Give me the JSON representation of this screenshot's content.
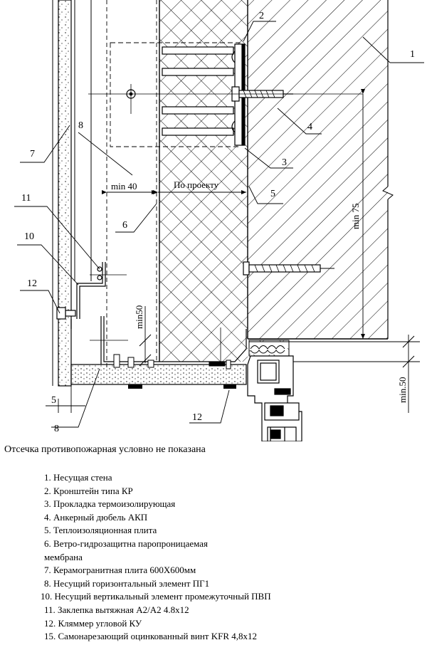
{
  "drawing": {
    "callouts": [
      "1",
      "2",
      "3",
      "4",
      "5",
      "6",
      "7",
      "8",
      "10",
      "11",
      "12",
      "5",
      "8",
      "12"
    ],
    "dimensions": {
      "gap": "min 40",
      "insulation": "По проекту",
      "anchor_height": "min 75",
      "bracket_offset": "min50",
      "window_offset": "min.50"
    },
    "colors": {
      "line": "#000000",
      "background": "#ffffff"
    }
  },
  "caption": "Отсечка противопожарная условно не показана",
  "legend": [
    "1. Несущая стена",
    "2. Кронштейн типа КР",
    "3. Прокладка термоизолирующая",
    "4. Анкерный дюбель АКП",
    "5. Теплоизоляционная плита",
    "6. Ветро-гидрозащитна паропроницаемая",
    "мембрана",
    "7. Керамогранитная плита  600Х600мм",
    "8. Несущий горизонтальный элемент ПГ1",
    "10. Несущий вертикальный элемент промежуточный ПВП",
    "11. Заклепка вытяжная А2/А2 4.8х12",
    "12. Кляммер угловой КУ",
    "15. Самонарезающий оцинкованный винт KFR 4,8х12"
  ]
}
